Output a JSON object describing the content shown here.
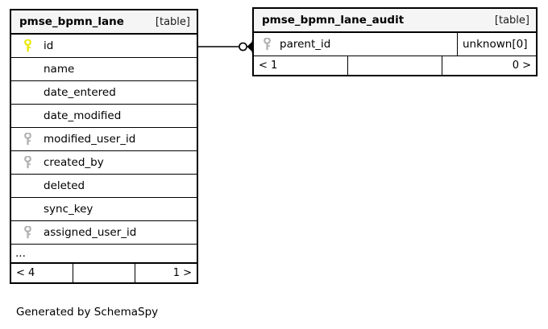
{
  "diagram": {
    "kind_label": "[table]",
    "credit": "Generated by SchemaSpy",
    "colors": {
      "primary_key": "#e8e800",
      "foreign_key": "#b0b0b0",
      "border": "#000000",
      "header_fill": "#f5f5f5",
      "background": "#ffffff"
    }
  },
  "tables": [
    {
      "name": "pmse_bpmn_lane",
      "kind": "[table]",
      "columns": [
        {
          "name": "id",
          "key": "primary"
        },
        {
          "name": "name",
          "key": "none"
        },
        {
          "name": "date_entered",
          "key": "none"
        },
        {
          "name": "date_modified",
          "key": "none"
        },
        {
          "name": "modified_user_id",
          "key": "foreign"
        },
        {
          "name": "created_by",
          "key": "foreign"
        },
        {
          "name": "deleted",
          "key": "none"
        },
        {
          "name": "sync_key",
          "key": "none"
        },
        {
          "name": "assigned_user_id",
          "key": "foreign"
        }
      ],
      "more_indicator": "...",
      "footer": {
        "left": "< 4",
        "middle": "",
        "right": "1 >"
      }
    },
    {
      "name": "pmse_bpmn_lane_audit",
      "kind": "[table]",
      "columns": [
        {
          "name": "parent_id",
          "key": "foreign",
          "type": "unknown[0]"
        }
      ],
      "footer": {
        "left": "< 1",
        "middle": "",
        "right": "0 >"
      }
    }
  ],
  "relationship": {
    "from_table": "pmse_bpmn_lane",
    "from_column": "id",
    "to_table": "pmse_bpmn_lane_audit",
    "to_column": "parent_id",
    "source_cardinality": "zero-or-one",
    "target_cardinality": "many"
  }
}
